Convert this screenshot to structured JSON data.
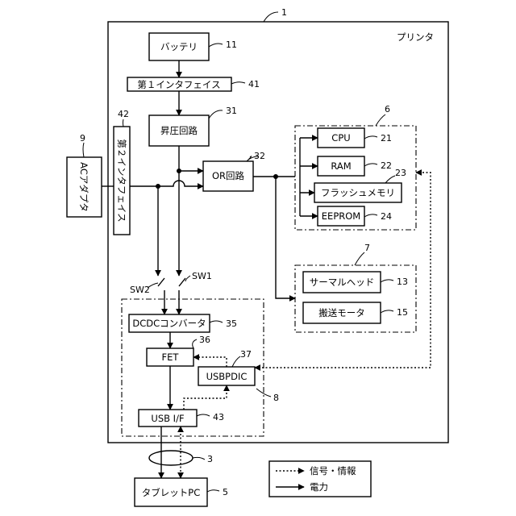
{
  "printer": {
    "label": "プリンタ",
    "ref": "1"
  },
  "battery": {
    "label": "バッテリ",
    "ref": "11"
  },
  "if1": {
    "label": "第１インタフェイス",
    "ref": "41"
  },
  "booster": {
    "label": "昇圧回路",
    "ref": "31"
  },
  "if2": {
    "label": "第２インタフェイス",
    "ref": "42"
  },
  "ac_adapter": {
    "label": "ACアダプタ",
    "ref": "9"
  },
  "or_circuit": {
    "label": "OR回路",
    "ref": "32"
  },
  "controller": {
    "ref": "6",
    "items": [
      {
        "label": "CPU",
        "ref": "21"
      },
      {
        "label": "RAM",
        "ref": "22"
      },
      {
        "label": "フラッシュメモリ",
        "ref": "23"
      },
      {
        "label": "EEPROM",
        "ref": "24"
      }
    ]
  },
  "mechanism": {
    "ref": "7",
    "items": [
      {
        "label": "サーマルヘッド",
        "ref": "13"
      },
      {
        "label": "搬送モータ",
        "ref": "15"
      }
    ]
  },
  "switches": {
    "sw1": "SW1",
    "sw2": "SW2"
  },
  "usb_section": {
    "ref": "8"
  },
  "dcdc": {
    "label": "DCDCコンバータ",
    "ref": "35"
  },
  "fet": {
    "label": "FET",
    "ref": "36"
  },
  "usbpdic": {
    "label": "USBPDIC",
    "ref": "37"
  },
  "usb_if": {
    "label": "USB I/F",
    "ref": "43"
  },
  "cable": {
    "ref": "3"
  },
  "tablet": {
    "label": "タブレットPC",
    "ref": "5"
  },
  "legend": {
    "signal": "信号・情報",
    "power": "電力"
  }
}
